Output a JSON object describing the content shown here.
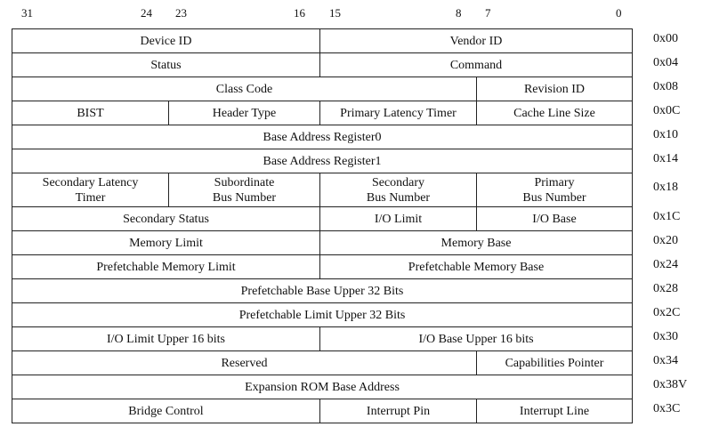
{
  "bit_labels": [
    "31",
    "24",
    "23",
    "16",
    "15",
    "8",
    "7",
    "0"
  ],
  "rows": [
    {
      "offset": "0x00",
      "cells": [
        {
          "label": "Device ID",
          "span": 16
        },
        {
          "label": "Vendor ID",
          "span": 16
        }
      ]
    },
    {
      "offset": "0x04",
      "cells": [
        {
          "label": "Status",
          "span": 16
        },
        {
          "label": "Command",
          "span": 16
        }
      ]
    },
    {
      "offset": "0x08",
      "cells": [
        {
          "label": "Class Code",
          "span": 24
        },
        {
          "label": "Revision ID",
          "span": 8
        }
      ]
    },
    {
      "offset": "0x0C",
      "cells": [
        {
          "label": "BIST",
          "span": 8
        },
        {
          "label": "Header Type",
          "span": 8
        },
        {
          "label": "Primary Latency Timer",
          "span": 8
        },
        {
          "label": "Cache Line Size",
          "span": 8
        }
      ]
    },
    {
      "offset": "0x10",
      "cells": [
        {
          "label": "Base Address Register0",
          "span": 32
        }
      ]
    },
    {
      "offset": "0x14",
      "cells": [
        {
          "label": "Base Address Register1",
          "span": 32
        }
      ]
    },
    {
      "offset": "0x18",
      "cells": [
        {
          "label": "Secondary Latency\nTimer",
          "span": 8
        },
        {
          "label": "Subordinate\nBus Number",
          "span": 8
        },
        {
          "label": "Secondary\nBus Number",
          "span": 8
        },
        {
          "label": "Primary\nBus Number",
          "span": 8
        }
      ]
    },
    {
      "offset": "0x1C",
      "cells": [
        {
          "label": "Secondary Status",
          "span": 16
        },
        {
          "label": "I/O Limit",
          "span": 8
        },
        {
          "label": "I/O Base",
          "span": 8
        }
      ]
    },
    {
      "offset": "0x20",
      "cells": [
        {
          "label": "Memory Limit",
          "span": 16
        },
        {
          "label": "Memory Base",
          "span": 16
        }
      ]
    },
    {
      "offset": "0x24",
      "cells": [
        {
          "label": "Prefetchable Memory Limit",
          "span": 16
        },
        {
          "label": "Prefetchable Memory Base",
          "span": 16
        }
      ]
    },
    {
      "offset": "0x28",
      "cells": [
        {
          "label": "Prefetchable Base Upper 32 Bits",
          "span": 32
        }
      ]
    },
    {
      "offset": "0x2C",
      "cells": [
        {
          "label": "Prefetchable Limit Upper 32 Bits",
          "span": 32
        }
      ]
    },
    {
      "offset": "0x30",
      "cells": [
        {
          "label": "I/O Limit Upper 16 bits",
          "span": 16
        },
        {
          "label": "I/O Base Upper 16 bits",
          "span": 16
        }
      ]
    },
    {
      "offset": "0x34",
      "cells": [
        {
          "label": "Reserved",
          "span": 24
        },
        {
          "label": "Capabilities Pointer",
          "span": 8
        }
      ]
    },
    {
      "offset": "0x38V",
      "cells": [
        {
          "label": "Expansion ROM Base Address",
          "span": 32
        }
      ]
    },
    {
      "offset": "0x3C",
      "cells": [
        {
          "label": "Bridge Control",
          "span": 16
        },
        {
          "label": "Interrupt Pin",
          "span": 8
        },
        {
          "label": "Interrupt Line",
          "span": 8
        }
      ]
    }
  ]
}
